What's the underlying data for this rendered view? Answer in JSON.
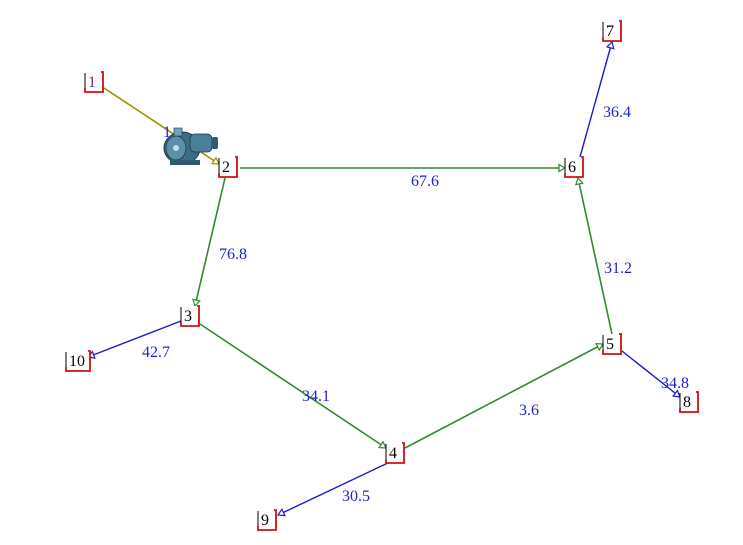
{
  "colors": {
    "pipe": "#2e8b2e",
    "branch": "#1a1ad0",
    "suction": "#a09000",
    "node_box": "#d01010",
    "label": "#1f1fd6",
    "pump_body": "#3b6d86"
  },
  "nodes": [
    {
      "id": "1",
      "label": "1",
      "style": "purple"
    },
    {
      "id": "2",
      "label": "2",
      "style": "black"
    },
    {
      "id": "3",
      "label": "3",
      "style": "black"
    },
    {
      "id": "4",
      "label": "4",
      "style": "black"
    },
    {
      "id": "5",
      "label": "5",
      "style": "black"
    },
    {
      "id": "6",
      "label": "6",
      "style": "black"
    },
    {
      "id": "7",
      "label": "7",
      "style": "black"
    },
    {
      "id": "8",
      "label": "8",
      "style": "black"
    },
    {
      "id": "9",
      "label": "9",
      "style": "black"
    },
    {
      "id": "10",
      "label": "10",
      "style": "black"
    }
  ],
  "pump": {
    "label": "1",
    "icon": "pump-icon"
  },
  "edges": [
    {
      "from": "1",
      "to": "2",
      "type": "suction",
      "label": ""
    },
    {
      "from": "2",
      "to": "6",
      "type": "pipe",
      "label": "67.6"
    },
    {
      "from": "2",
      "to": "3",
      "type": "pipe",
      "label": "76.8"
    },
    {
      "from": "6",
      "to": "7",
      "type": "branch",
      "label": "36.4"
    },
    {
      "from": "5",
      "to": "6",
      "type": "pipe",
      "label": "31.2"
    },
    {
      "from": "3",
      "to": "10",
      "type": "branch",
      "label": "42.7"
    },
    {
      "from": "3",
      "to": "4",
      "type": "pipe",
      "label": "34.1"
    },
    {
      "from": "4",
      "to": "5",
      "type": "pipe",
      "label": "3.6"
    },
    {
      "from": "5",
      "to": "8",
      "type": "branch",
      "label": "34.8"
    },
    {
      "from": "4",
      "to": "9",
      "type": "branch",
      "label": "30.5"
    }
  ]
}
